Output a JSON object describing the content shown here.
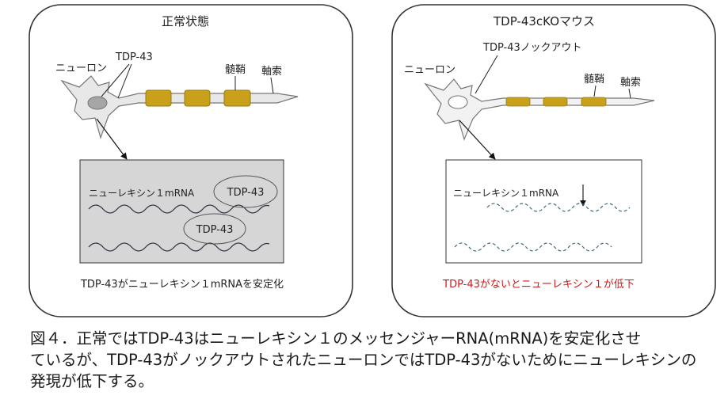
{
  "panels": {
    "normal": {
      "title": "正常状態",
      "labels": {
        "neuron": "ニューロン",
        "tdp43": "TDP-43",
        "myelin": "髄鞘",
        "axon": "軸索"
      },
      "box": {
        "mrna_label": "ニューレキシン１mRNA",
        "protein_top": "TDP-43",
        "protein_bottom": "TDP-43"
      },
      "conclusion": "TDP-43がニューレキシン１mRNAを安定化"
    },
    "cko": {
      "title": "TDP-43cKOマウス",
      "labels": {
        "knockout": "TDP-43ノックアウト",
        "neuron": "ニューロン",
        "myelin": "髄鞘",
        "axon": "軸索"
      },
      "box": {
        "mrna_label": "ニューレキシン１mRNA"
      },
      "conclusion": "TDP-43がないとニューレキシン１が低下"
    }
  },
  "caption": {
    "line1": "図４．正常ではTDP-43はニューレキシン１のメッセンジャーRNA(mRNA)を安定化させ",
    "line2": "ているが、TDP-43がノックアウトされたニューロンではTDP-43がないためにニューレキシンの",
    "line3": "発現が低下する。"
  },
  "colors": {
    "myelin": "#c9a01a",
    "myelin_stroke": "#9a7a10",
    "neuron_fill": "#e8e8e8",
    "nucleus_fill": "#a6a6a6",
    "box_fill_normal": "#d6d6d6",
    "conclusion_red": "#cc1a1a",
    "mrna_wave": "#333344",
    "mrna_dashed": "#3e6a7a"
  }
}
